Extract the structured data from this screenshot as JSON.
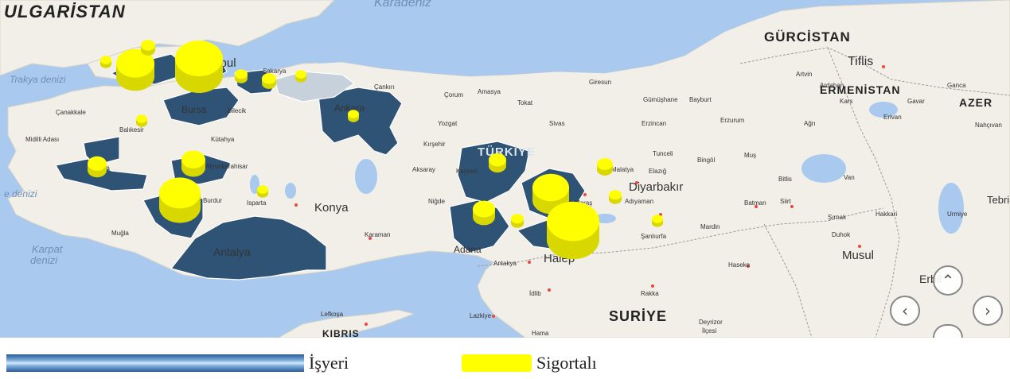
{
  "map": {
    "country_labels": [
      {
        "text": "ULGARİSTAN"
      },
      {
        "text": "GÜRCİSTAN"
      },
      {
        "text": "ERMENİSTAN"
      },
      {
        "text": "AZER"
      },
      {
        "text": "TÜRKİYE"
      },
      {
        "text": "SURİYE"
      },
      {
        "text": "KIBRIS"
      }
    ],
    "sea_labels": [
      {
        "text": "Karadeniz"
      },
      {
        "text": "Trakya denizi"
      },
      {
        "text": "e denizi"
      },
      {
        "text": "Karpat"
      },
      {
        "text": "denizi"
      }
    ],
    "major_cities": [
      {
        "text": "Konya"
      },
      {
        "text": "Antalya"
      },
      {
        "text": "Diyarbakır"
      },
      {
        "text": "Halep"
      },
      {
        "text": "Musul"
      },
      {
        "text": "Tiflis"
      },
      {
        "text": "Erbil"
      },
      {
        "text": "Tebri"
      },
      {
        "text": "Bursa"
      },
      {
        "text": "Ankara"
      },
      {
        "text": "Adana"
      },
      {
        "text": "İstanbul"
      }
    ],
    "minor_cities": [
      {
        "text": "Çanakkale"
      },
      {
        "text": "Balıkesir"
      },
      {
        "text": "Manisa"
      },
      {
        "text": "Kütahya"
      },
      {
        "text": "Afyonkarahisar"
      },
      {
        "text": "Isparta"
      },
      {
        "text": "Burdur"
      },
      {
        "text": "Muğla"
      },
      {
        "text": "Karaman"
      },
      {
        "text": "Niğde"
      },
      {
        "text": "Aksaray"
      },
      {
        "text": "Kayseri"
      },
      {
        "text": "Kırşehir"
      },
      {
        "text": "Yozgat"
      },
      {
        "text": "Çorum"
      },
      {
        "text": "Amasya"
      },
      {
        "text": "Tokat"
      },
      {
        "text": "Sivas"
      },
      {
        "text": "Giresun"
      },
      {
        "text": "Gümüşhane"
      },
      {
        "text": "Bayburt"
      },
      {
        "text": "Erzincan"
      },
      {
        "text": "Erzurum"
      },
      {
        "text": "Ağrı"
      },
      {
        "text": "Tunceli"
      },
      {
        "text": "Bingöl"
      },
      {
        "text": "Muş"
      },
      {
        "text": "Malatya"
      },
      {
        "text": "Elazığ"
      },
      {
        "text": "Bitlis"
      },
      {
        "text": "Van"
      },
      {
        "text": "Batman"
      },
      {
        "text": "Siirt"
      },
      {
        "text": "Şırnak"
      },
      {
        "text": "Hakkari"
      },
      {
        "text": "Mardin"
      },
      {
        "text": "Şanlıurfa"
      },
      {
        "text": "Adıyaman"
      },
      {
        "text": "Maraş"
      },
      {
        "text": "Antakya"
      },
      {
        "text": "İdlib"
      },
      {
        "text": "Rakka"
      },
      {
        "text": "Haseke"
      },
      {
        "text": "Duhok"
      },
      {
        "text": "Lefkoşa"
      },
      {
        "text": "Lazkiye"
      },
      {
        "text": "Hama"
      },
      {
        "text": "Deyrizor"
      },
      {
        "text": "İlçesi"
      },
      {
        "text": "Bilecik"
      },
      {
        "text": "Sakarya"
      },
      {
        "text": "Çankırı"
      },
      {
        "text": "Ganca"
      },
      {
        "text": "Kars"
      },
      {
        "text": "Artvin"
      },
      {
        "text": "Erivan"
      },
      {
        "text": "Nahçıvan"
      },
      {
        "text": "Urmiye"
      },
      {
        "text": "Midilli Adası"
      },
      {
        "text": "Ardahan"
      },
      {
        "text": "Gavar"
      }
    ],
    "colors": {
      "water": "#a9c9ee",
      "land": "#f1efe8",
      "province_fill": "#2f5375",
      "province_light": "#c7d1dc",
      "bubble": "#ffff00",
      "bubble_shade": "#d8d800"
    },
    "nav_controls": [
      "up-arrow-icon",
      "left-arrow-icon",
      "right-arrow-icon",
      "down-arrow-icon"
    ]
  },
  "legend": {
    "items": [
      {
        "label": "İşyeri",
        "color": "#2a5a94"
      },
      {
        "label": "Sigortalı",
        "color": "#ffff00"
      }
    ]
  }
}
